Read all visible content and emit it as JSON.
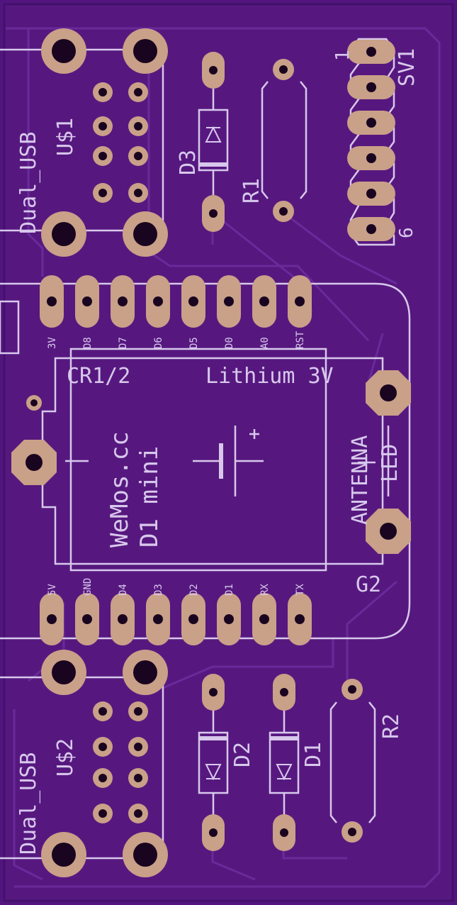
{
  "colors": {
    "board": "#52157f",
    "board_edge": "#3b0d60",
    "trace": "#6a2a9a",
    "silkscreen": "#d8c8ec",
    "pad": "#c9a088",
    "pad_dark": "#9a7a6c",
    "hole": "#1a0520"
  },
  "labels": {
    "usb1_name": "Dual_USB",
    "usb1_ref": "U$1",
    "usb2_name": "Dual_USB",
    "usb2_ref": "U$2",
    "d3": "D3",
    "r1": "R1",
    "d2": "D2",
    "d1": "D1",
    "r2": "R2",
    "sv1": "SV1",
    "sv1_pin1": "1",
    "sv1_pin6": "6",
    "battery_type": "CR1/2",
    "battery_chem": "Lithium 3V",
    "wemos_brand": "WeMos.cc",
    "wemos_model": "D1 mini",
    "antenna": "ANTENNA",
    "led_ref": "LED",
    "g2": "G2",
    "top_pins": [
      "3V",
      "D8",
      "D7",
      "D6",
      "D5",
      "D0",
      "A0",
      "RST"
    ],
    "bottom_pins": [
      "5V",
      "GND",
      "D4",
      "D3",
      "D2",
      "D1",
      "RX",
      "TX"
    ]
  }
}
